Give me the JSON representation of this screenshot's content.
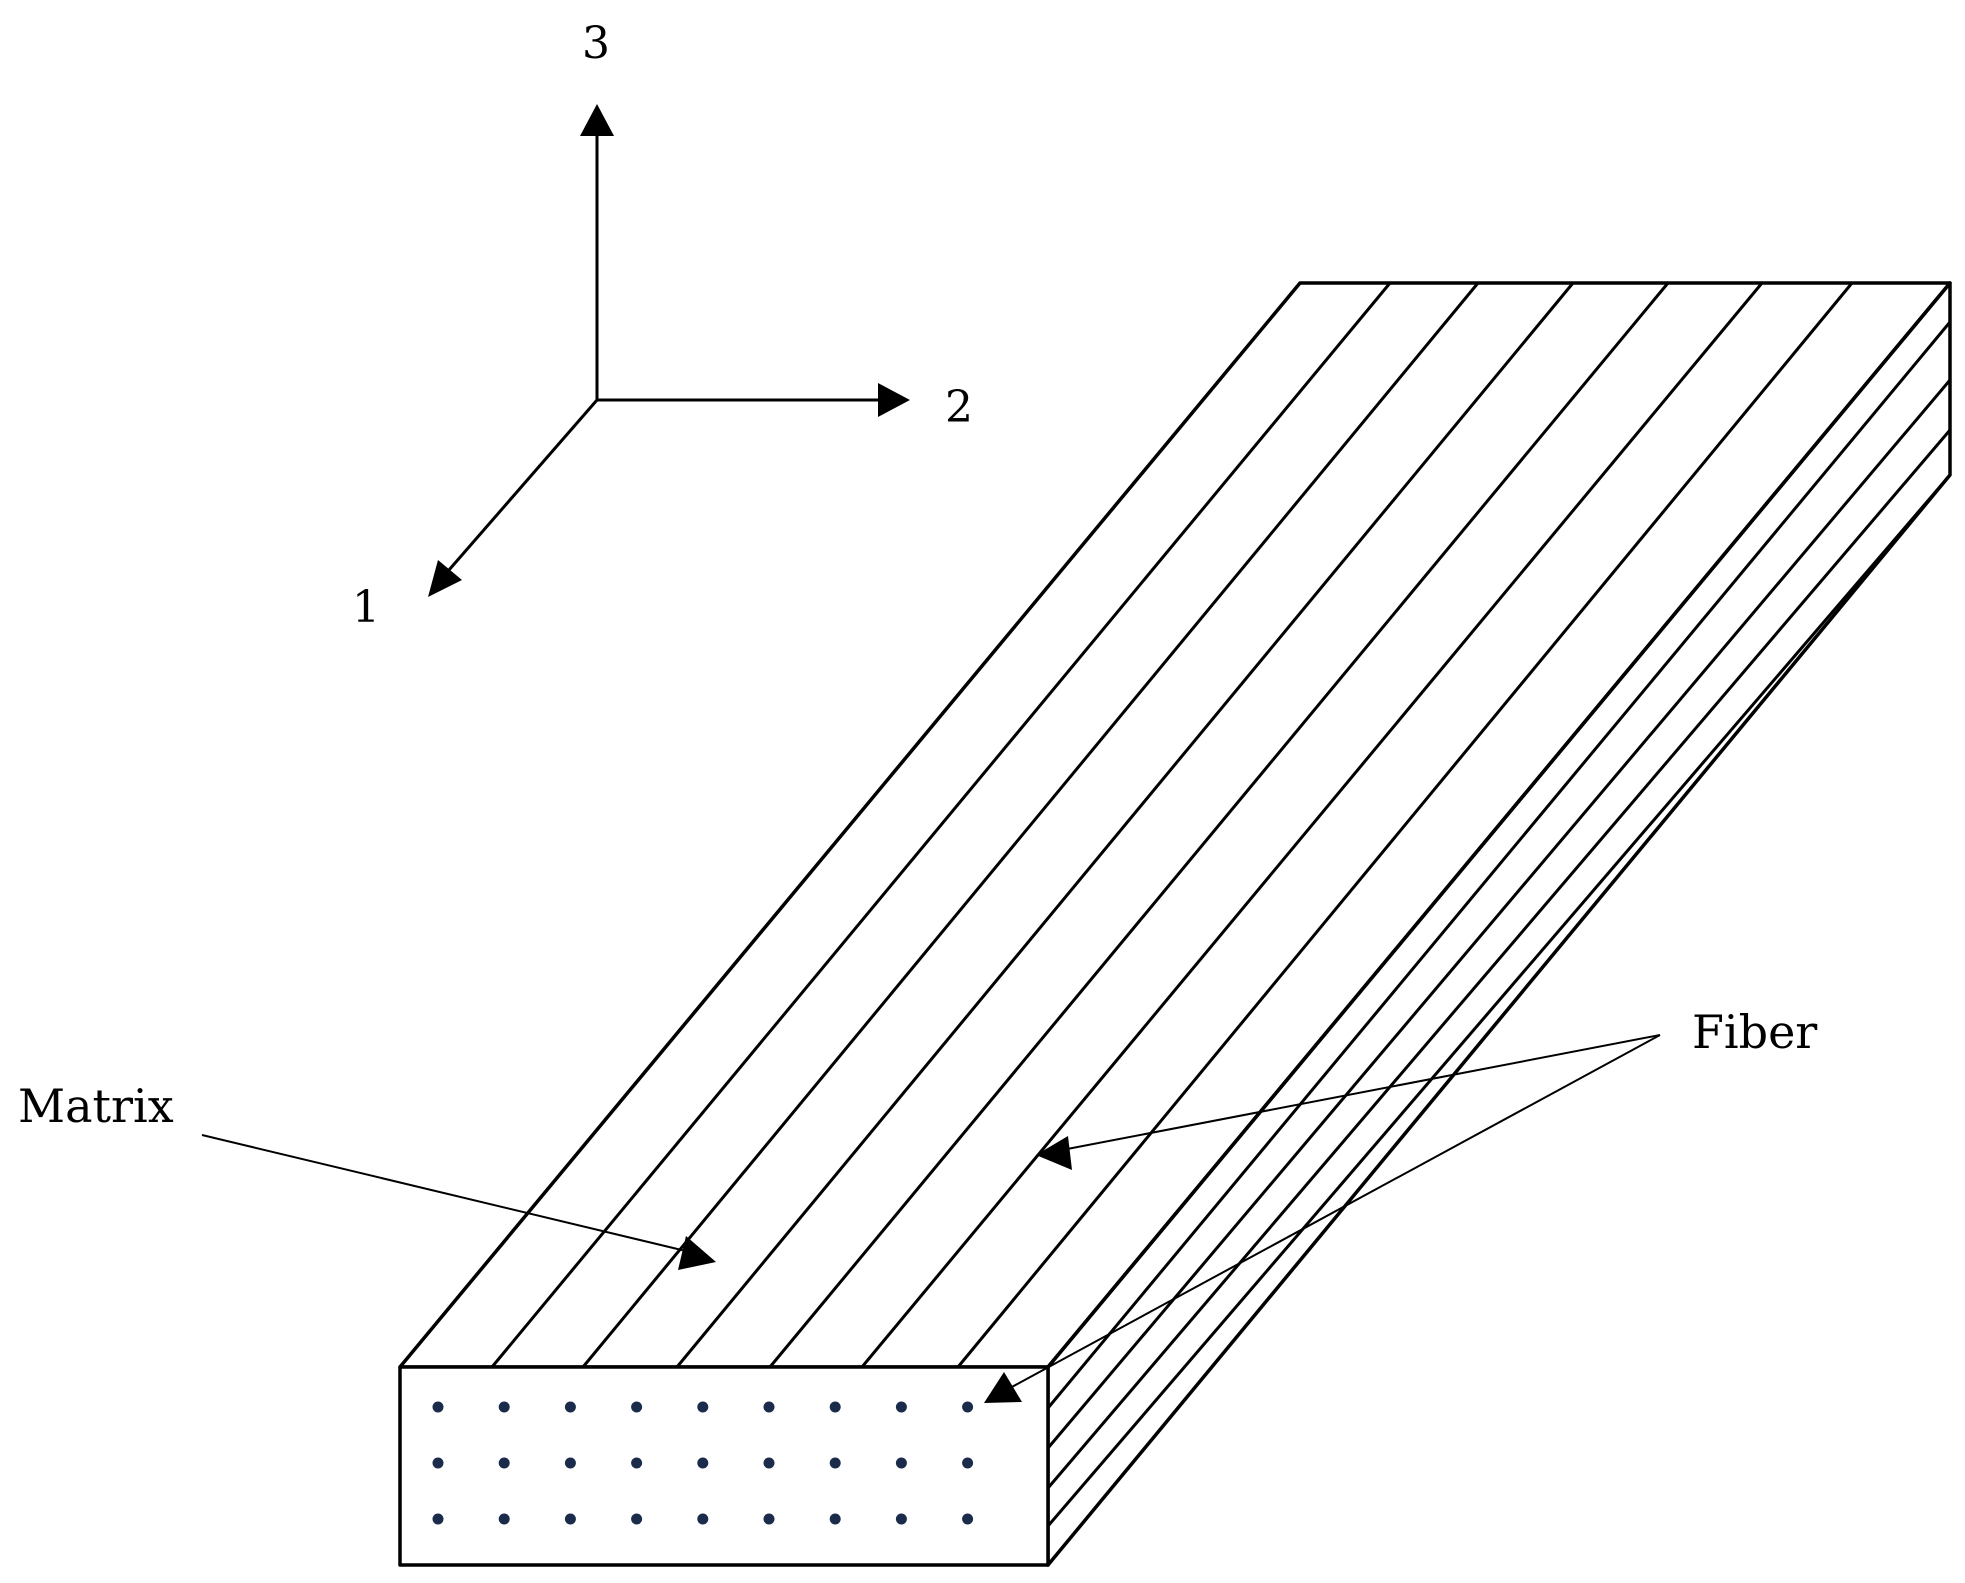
{
  "axes": {
    "axis_1": "1",
    "axis_2": "2",
    "axis_3": "3"
  },
  "labels": {
    "matrix": "Matrix",
    "fiber": "Fiber"
  },
  "colors": {
    "line": "#000000",
    "fiber_dot": "#1a2b4c"
  },
  "cross_section": {
    "dot_rows": 3,
    "dot_columns": 9
  }
}
